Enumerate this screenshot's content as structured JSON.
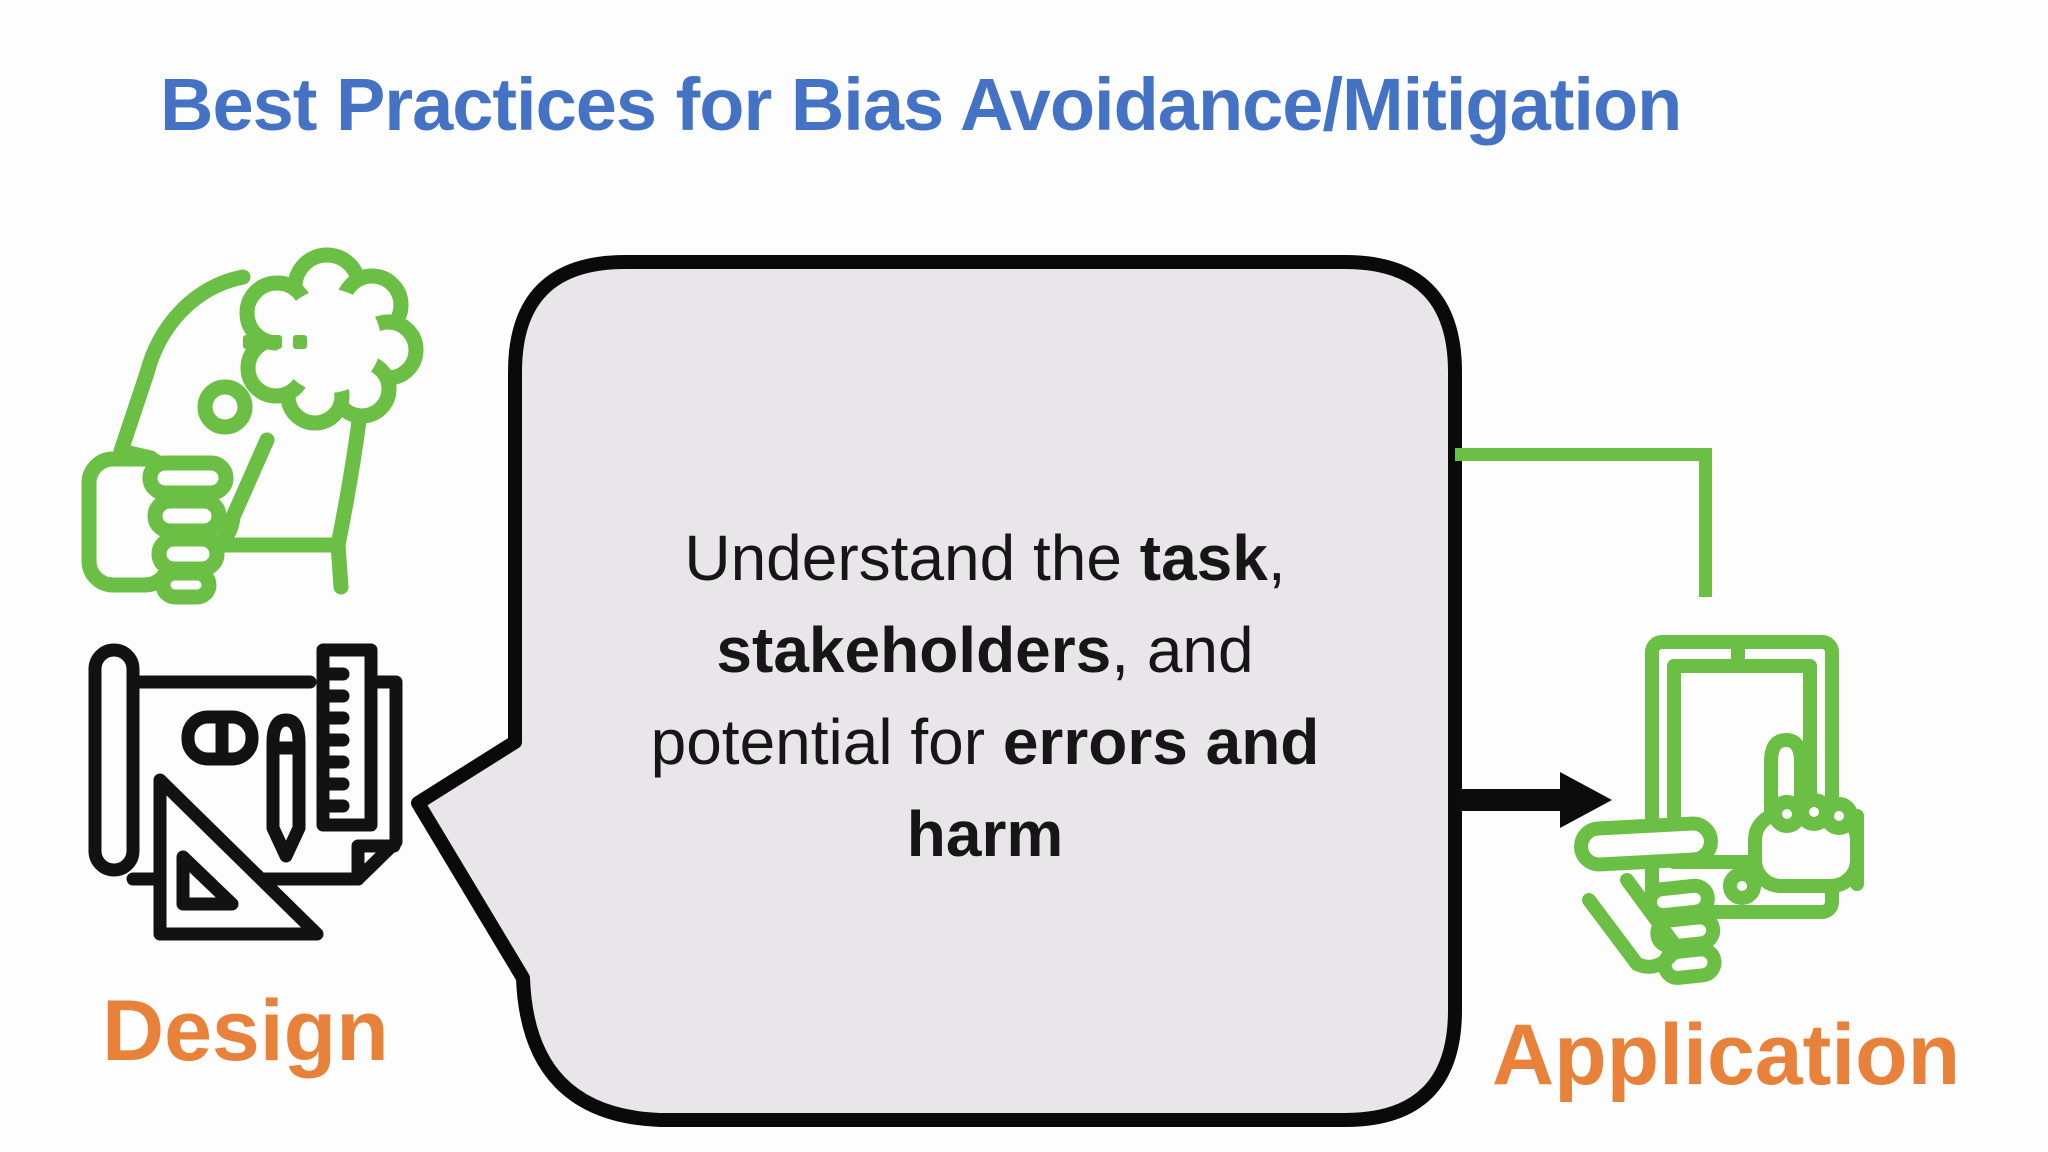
{
  "slide": {
    "title": "Best Practices for Bias Avoidance/Mitigation"
  },
  "colors": {
    "background": "#fdfdfd",
    "title_blue": "#4472c4",
    "label_orange": "#e8813a",
    "icon_green": "#6abf44",
    "icon_black": "#121212",
    "bubble_fill": "#e8e6e8",
    "bubble_border": "#0a0a0a",
    "connector_green": "#6abf44",
    "arrow_black": "#0c0c0c"
  },
  "diagram": {
    "design_label": "Design",
    "application_label": "Application",
    "bubble": {
      "lines": [
        {
          "pre": "Understand the ",
          "bold": "task",
          "post": ","
        },
        {
          "pre": "",
          "bold": "stakeholders",
          "post": ", and"
        },
        {
          "pre": "potential for ",
          "bold": "errors and",
          "post": ""
        },
        {
          "pre": "",
          "bold": "harm",
          "post": ""
        }
      ]
    },
    "icons": {
      "left_top": "thinking-head-icon",
      "left_bottom": "design-tools-icon",
      "right": "tablet-touch-icon"
    }
  }
}
